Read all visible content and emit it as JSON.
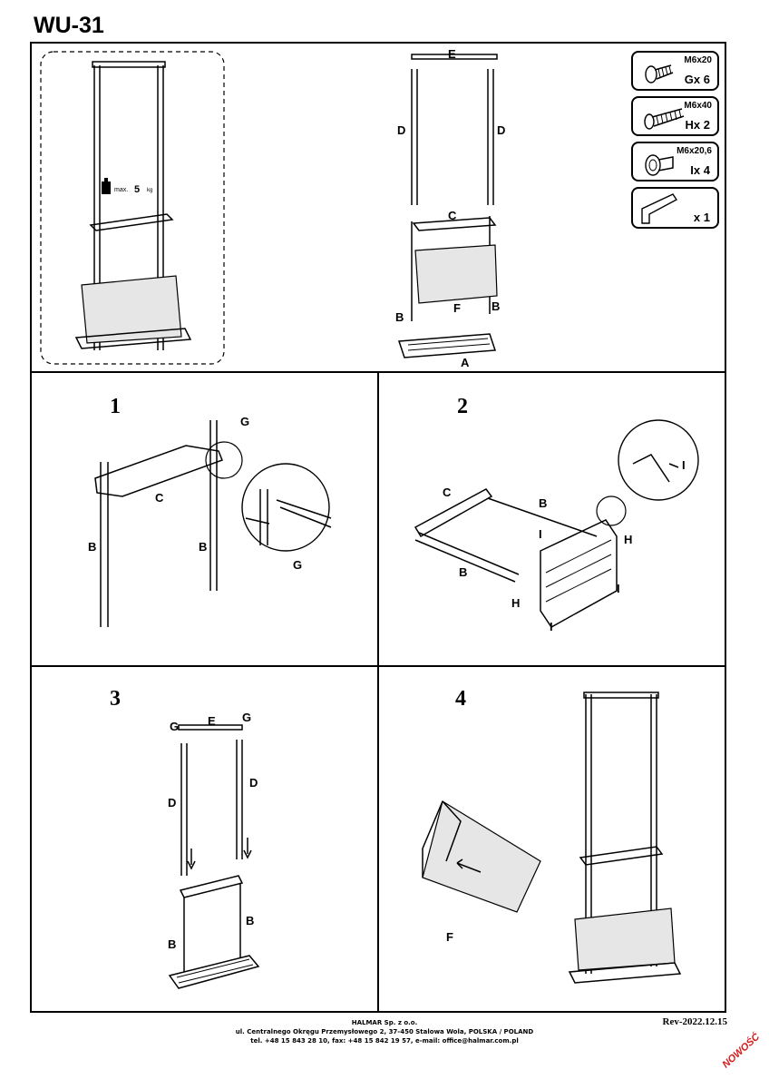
{
  "title": "WU-31",
  "overview": {
    "max_load_prefix": "max.",
    "max_load_value": "5",
    "max_load_unit": "kg",
    "part_labels": {
      "A": "A",
      "B": "B",
      "C": "C",
      "D": "D",
      "E": "E",
      "F": "F"
    }
  },
  "hardware": [
    {
      "size": "M6x20",
      "letter": "G",
      "qty": "x 6",
      "icon": "bolt-short-icon"
    },
    {
      "size": "M6x40",
      "letter": "H",
      "qty": "x 2",
      "icon": "bolt-long-icon"
    },
    {
      "size": "M6x20,6",
      "letter": "I",
      "qty": "x 4",
      "icon": "connector-bolt-icon"
    },
    {
      "size": "",
      "letter": "",
      "qty": "x 1",
      "icon": "allen-key-icon"
    }
  ],
  "steps": [
    {
      "number": "1",
      "labels": [
        "G",
        "C",
        "B",
        "B",
        "G"
      ]
    },
    {
      "number": "2",
      "labels": [
        "C",
        "B",
        "B",
        "H",
        "I",
        "I",
        "H",
        "I",
        "I"
      ]
    },
    {
      "number": "3",
      "labels": [
        "G",
        "E",
        "G",
        "D",
        "D",
        "B",
        "B"
      ]
    },
    {
      "number": "4",
      "labels": [
        "F"
      ]
    }
  ],
  "footer": {
    "company": "HALMAR Sp. z o.o.",
    "address": "ul. Centralnego Okręgu Przemysłowego 2, 37-450 Stalowa Wola, POLSKA / POLAND",
    "contact": "tel. +48 15 843 28 10, fax: +48 15 842 19 57, e-mail: office@halmar.com.pl"
  },
  "revision": "Rev-2022.12.15",
  "badge": "NOWOŚĆ"
}
